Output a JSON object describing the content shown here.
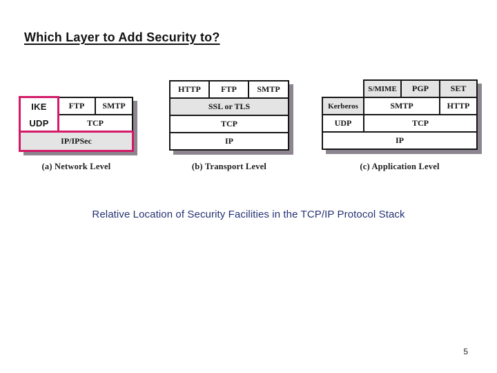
{
  "slide": {
    "title": "Which Layer to Add Security to?",
    "caption": "Relative Location of Security Facilities in the TCP/IP Protocol Stack",
    "page_number": "5"
  },
  "colors": {
    "highlight_magenta": "#d31968",
    "cell_gray": "#e4e4e4",
    "grid_line": "#151515",
    "shadow_gray": "#8d8690",
    "caption_blue": "#243272",
    "background": "#ffffff"
  },
  "diagrams": [
    {
      "label": "(a) Network Level",
      "cells": {
        "ike": "IKE",
        "udp": "UDP",
        "ftp": "FTP",
        "smtp": "SMTP",
        "tcp": "TCP",
        "ip": "IP/IPSec"
      },
      "highlighted": [
        "IKE/UDP",
        "IP/IPSec"
      ]
    },
    {
      "label": "(b) Transport Level",
      "cells": {
        "http": "HTTP",
        "ftp": "FTP",
        "smtp": "SMTP",
        "ssl": "SSL or TLS",
        "tcp": "TCP",
        "ip": "IP"
      },
      "shaded": [
        "SSL or TLS"
      ]
    },
    {
      "label": "(c) Application Level",
      "cells": {
        "smime": "S/MIME",
        "pgp": "PGP",
        "set": "SET",
        "kerberos": "Kerberos",
        "smtp": "SMTP",
        "http": "HTTP",
        "udp": "UDP",
        "tcp": "TCP",
        "ip": "IP"
      },
      "shaded": [
        "S/MIME",
        "PGP",
        "SET",
        "Kerberos"
      ]
    }
  ]
}
